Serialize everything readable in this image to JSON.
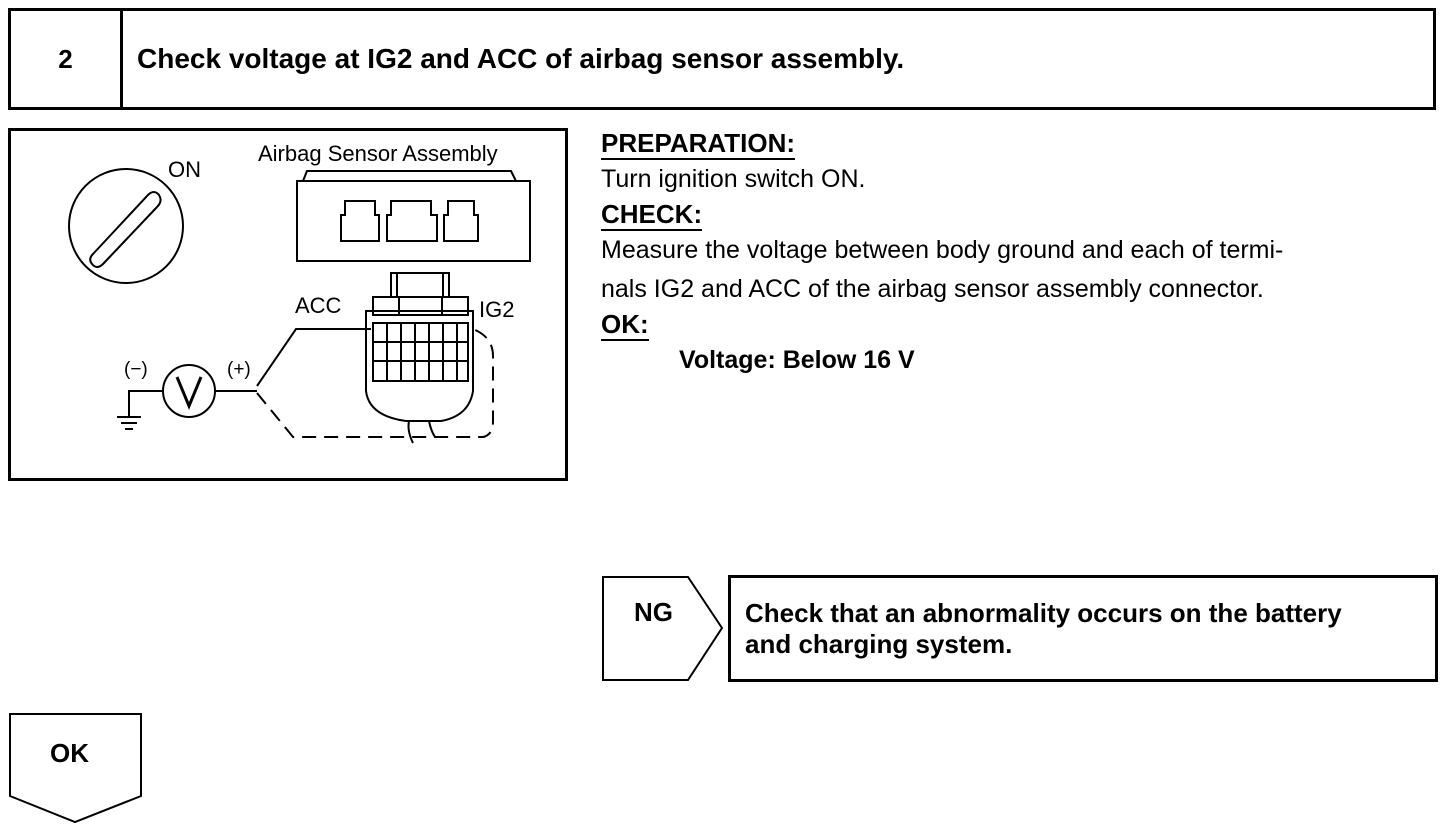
{
  "step": {
    "number": "2",
    "title": "Check voltage at IG2 and ACC of airbag sensor assembly."
  },
  "figure": {
    "on_label": "ON",
    "component_label": "Airbag Sensor Assembly",
    "acc_label": "ACC",
    "ig2_label": "IG2",
    "minus_label": "(−)",
    "plus_label": "(+)",
    "meter_symbol": "V"
  },
  "instructions": {
    "preparation_heading": "PREPARATION:",
    "preparation_text": "Turn ignition switch ON.",
    "check_heading": "CHECK:",
    "check_text_1": "Measure the voltage between body ground and each of termi-",
    "check_text_2": "nals IG2 and ACC of the airbag sensor assembly connector.",
    "ok_heading": "OK:",
    "ok_spec": "Voltage: Below 16 V"
  },
  "ng_result": {
    "label": "NG",
    "text_1": "Check that an abnormality occurs on the battery",
    "text_2": "and charging system."
  },
  "ok_result": {
    "label": "OK"
  },
  "colors": {
    "ink": "#000000",
    "background": "#ffffff"
  }
}
